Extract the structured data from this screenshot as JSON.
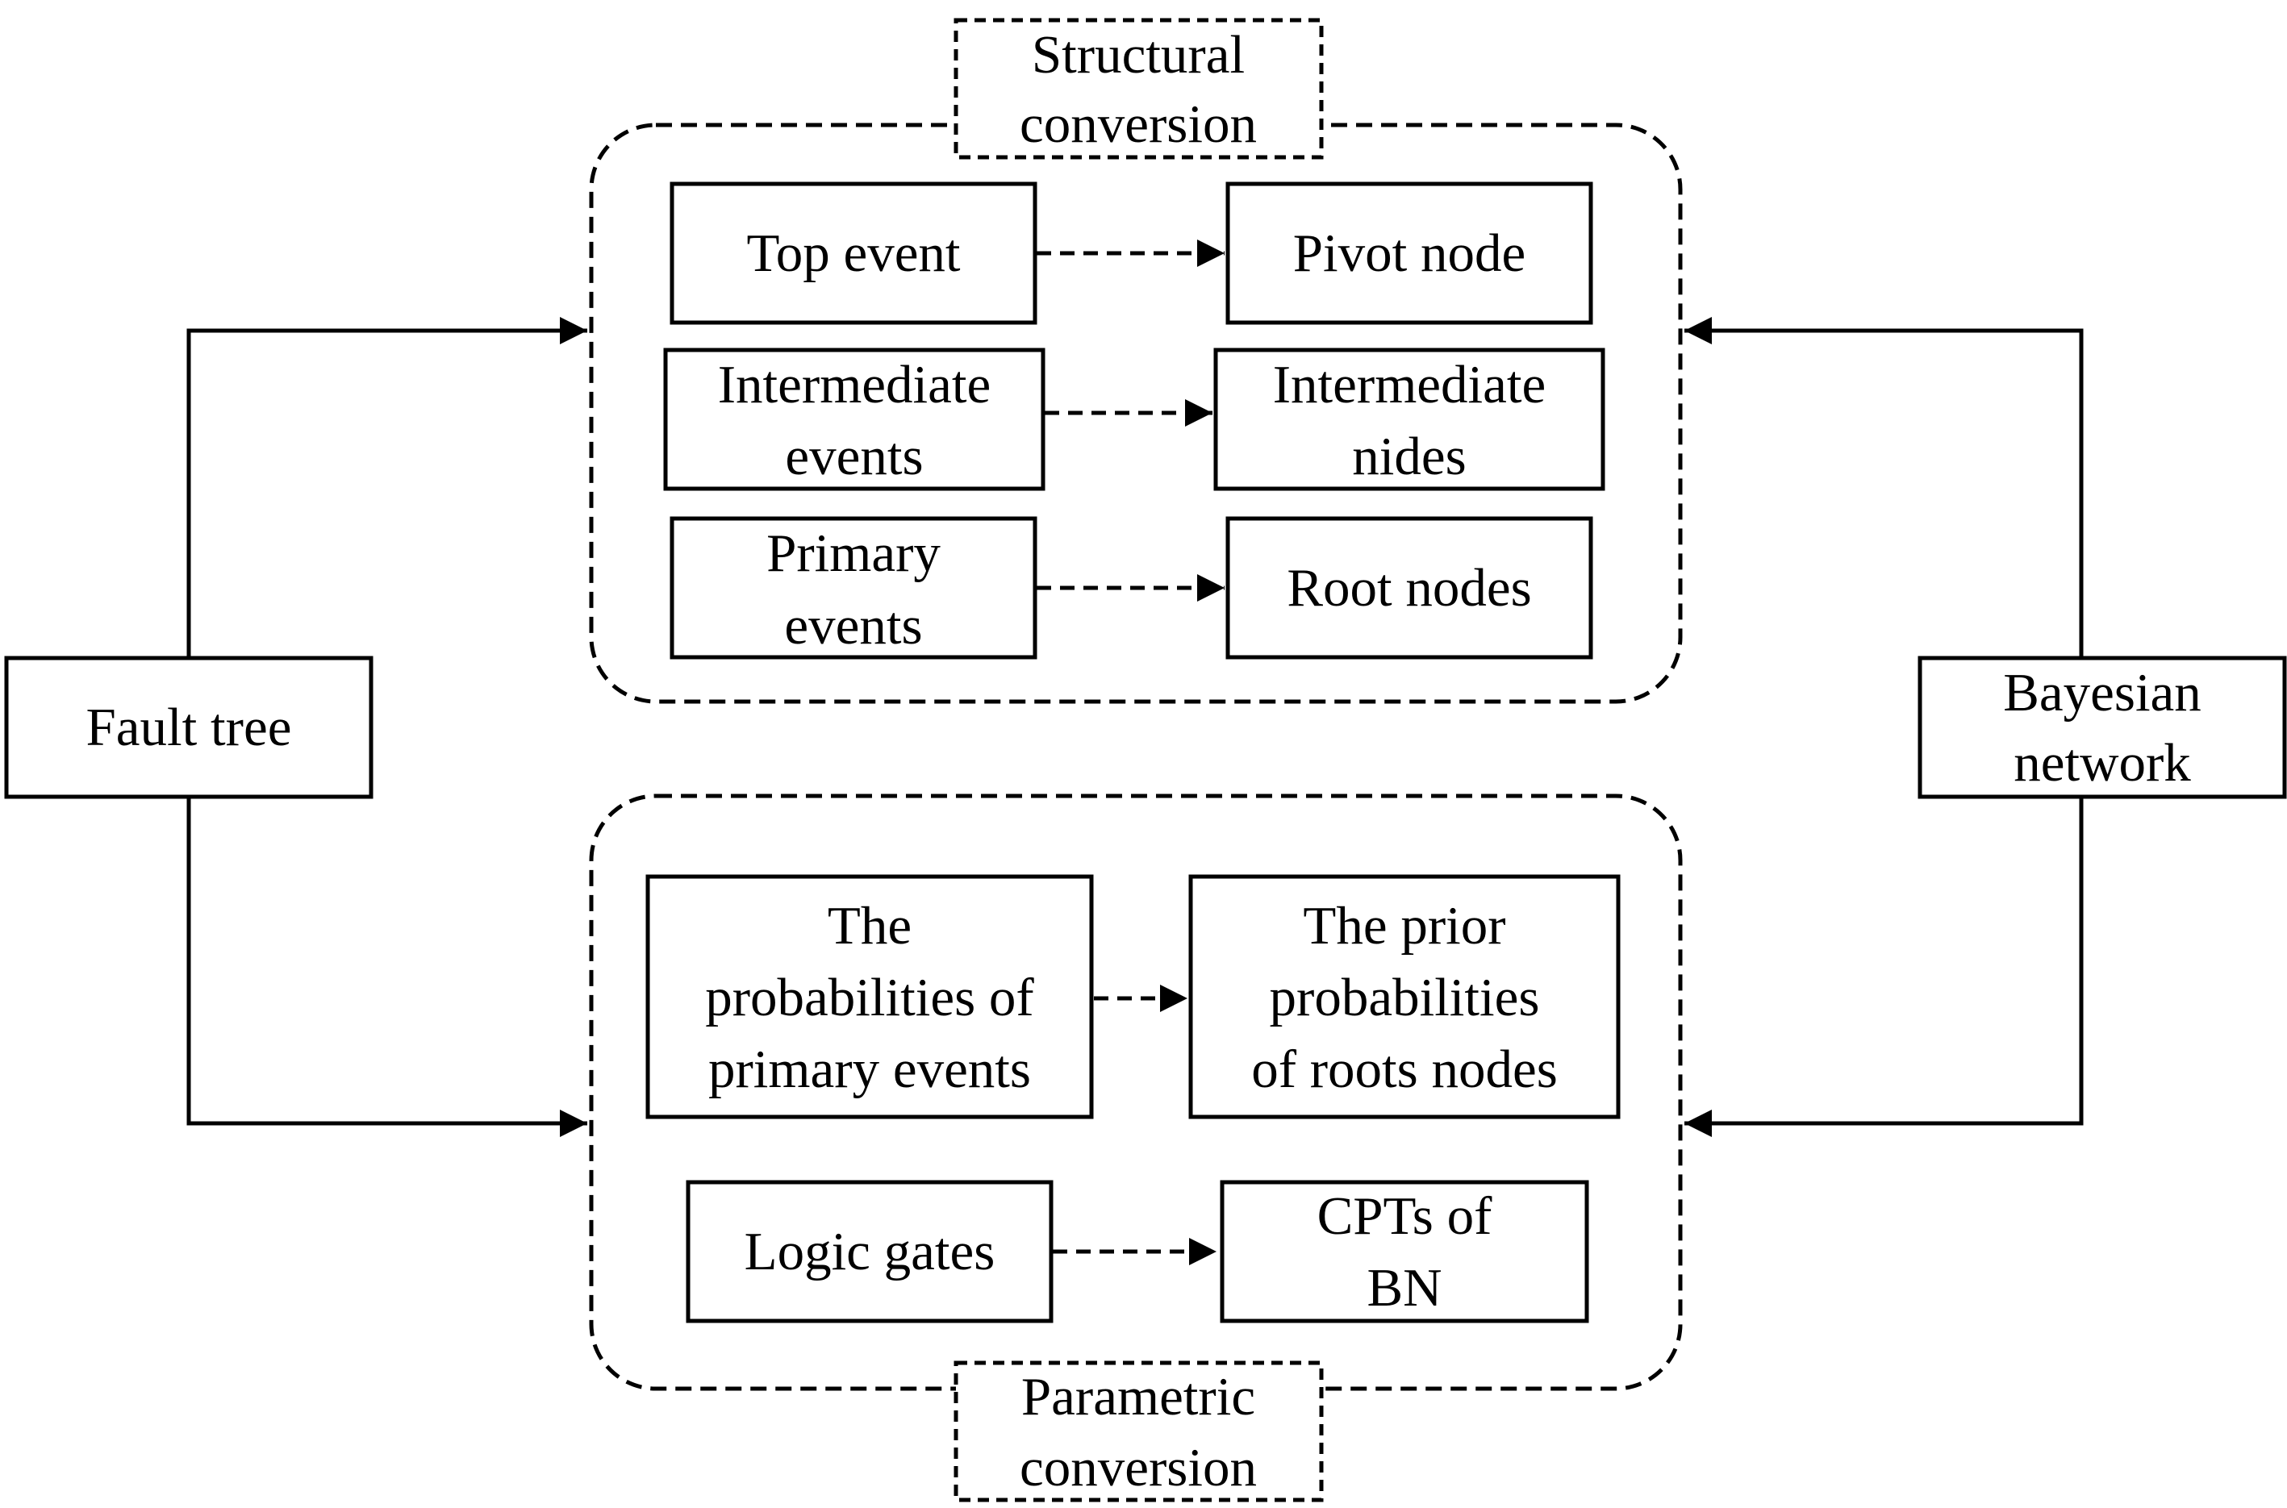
{
  "diagram": {
    "left_node": {
      "lines": [
        "Fault tree"
      ]
    },
    "right_node": {
      "lines": [
        "Bayesian",
        "network"
      ]
    },
    "structural_group": {
      "title_lines": [
        "Structural",
        "conversion"
      ],
      "mappings": [
        {
          "from": [
            "Top event"
          ],
          "to": [
            "Pivot node"
          ]
        },
        {
          "from": [
            "Intermediate",
            "events"
          ],
          "to": [
            "Intermediate",
            "nides"
          ]
        },
        {
          "from": [
            "Primary",
            "events"
          ],
          "to": [
            "Root nodes"
          ]
        }
      ]
    },
    "parametric_group": {
      "title_lines": [
        "Parametric",
        "conversion"
      ],
      "mappings": [
        {
          "from": [
            "The",
            "probabilities of",
            "primary events"
          ],
          "to": [
            "The prior",
            "probabilities",
            "of roots nodes"
          ]
        },
        {
          "from": [
            "Logic gates"
          ],
          "to": [
            "CPTs of",
            "BN"
          ]
        }
      ]
    }
  }
}
